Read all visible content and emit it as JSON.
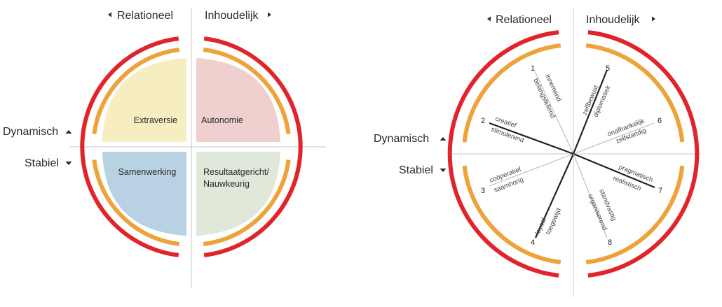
{
  "colors": {
    "outer_ring": "#e1242b",
    "inner_ring": "#eda33a",
    "axis_line": "#c8c8c8",
    "q_extraversie": "#f6edc0",
    "q_autonomie": "#efd0cf",
    "q_samenwerking": "#b8d1e3",
    "q_resultaat": "#e0e8da",
    "strong_line": "#222222",
    "light_line": "#bfbfbf"
  },
  "left_diagram": {
    "top_left_label": "Relationeel",
    "top_right_label": "Inhoudelijk",
    "side_top_label": "Dynamisch",
    "side_bottom_label": "Stabiel",
    "quadrants": {
      "top_left": "Extraversie",
      "top_right": "Autonomie",
      "bottom_left": "Samenwerking",
      "bottom_right_line1": "Resultaatgericht/",
      "bottom_right_line2": "Nauwkeurig"
    }
  },
  "right_diagram": {
    "top_left_label": "Relationeel",
    "top_right_label": "Inhoudelijk",
    "side_top_label": "Dynamisch",
    "side_bottom_label": "Stabiel",
    "spokes": [
      {
        "number": "1",
        "label_a": "innemend",
        "label_b": "belangstellend"
      },
      {
        "number": "2",
        "label_a": "creatief",
        "label_b": "stimulerend"
      },
      {
        "number": "3",
        "label_a": "coöperatief",
        "label_b": "saamhorig"
      },
      {
        "number": "4",
        "label_a": "loyaal",
        "label_b": "toegewijd"
      },
      {
        "number": "5",
        "label_a": "zelfbewust",
        "label_b": "diplomatiek"
      },
      {
        "number": "6",
        "label_a": "onafhankelijk",
        "label_b": "zelfstandig"
      },
      {
        "number": "7",
        "label_a": "pragmatisch",
        "label_b": "realistisch"
      },
      {
        "number": "8",
        "label_a": "standvastig",
        "label_b": "organiserend"
      }
    ]
  }
}
